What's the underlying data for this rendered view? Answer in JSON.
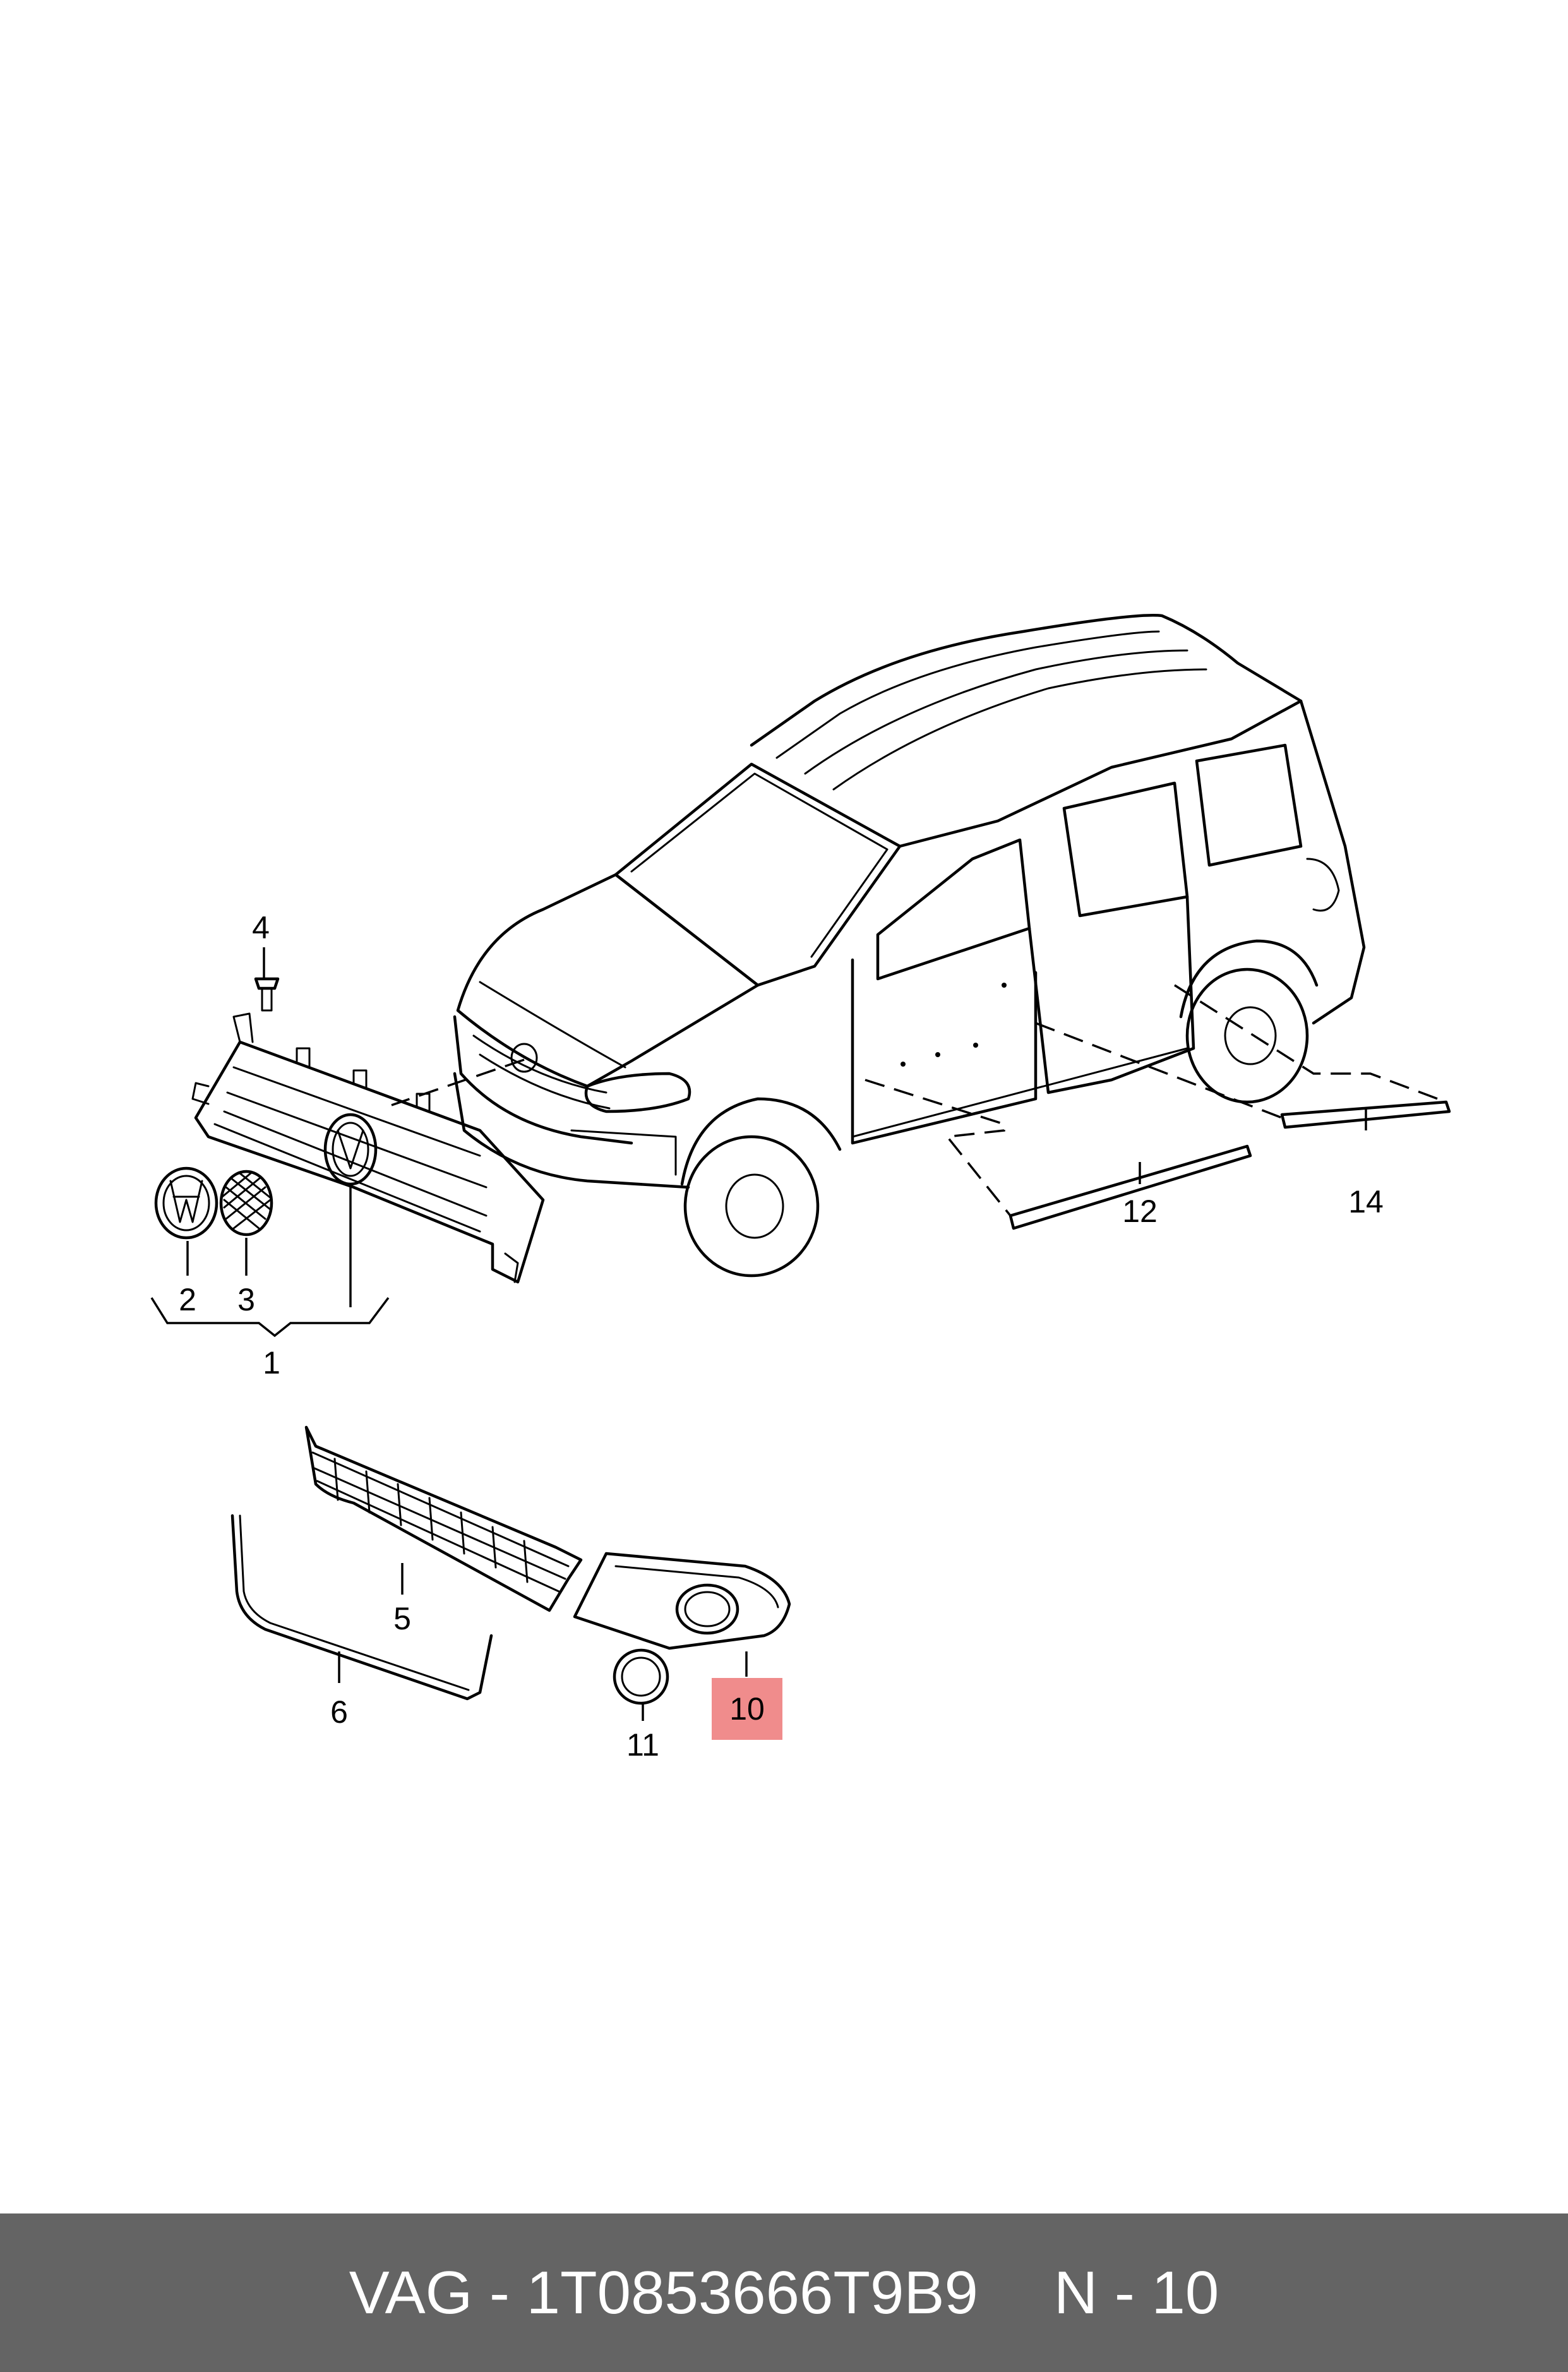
{
  "callouts": [
    {
      "id": "1",
      "label": "1"
    },
    {
      "id": "2",
      "label": "2"
    },
    {
      "id": "3",
      "label": "3"
    },
    {
      "id": "4",
      "label": "4"
    },
    {
      "id": "5",
      "label": "5"
    },
    {
      "id": "6",
      "label": "6"
    },
    {
      "id": "10",
      "label": "10",
      "highlighted": true
    },
    {
      "id": "11",
      "label": "11"
    },
    {
      "id": "12",
      "label": "12"
    },
    {
      "id": "14",
      "label": "14"
    }
  ],
  "footer": {
    "brand_part": "VAG - 1T0853666T9B9",
    "position": "N - 10"
  },
  "colors": {
    "highlight": "#f08c8c",
    "footer_bg": "#646464",
    "footer_text": "#ffffff",
    "line": "#000000"
  }
}
